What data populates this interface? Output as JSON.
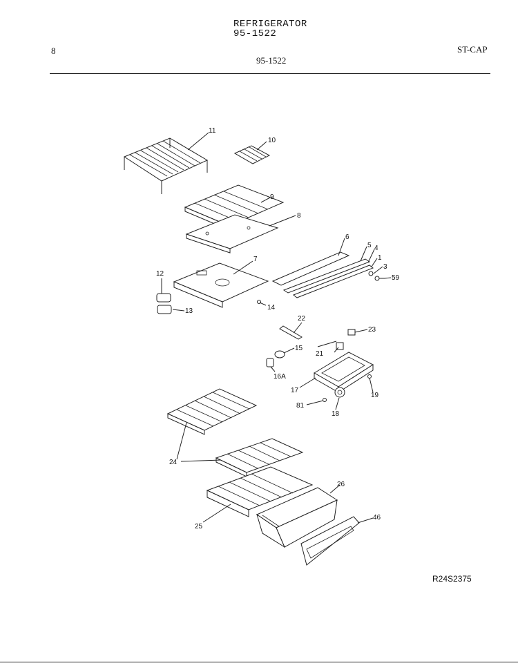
{
  "header": {
    "title": "REFRIGERATOR",
    "model_top": "95-1522",
    "page_number": "8",
    "section_code": "ST-CAP",
    "model_center": "95-1522"
  },
  "diagram": {
    "callouts": [
      "11",
      "10",
      "9",
      "8",
      "6",
      "5",
      "4",
      "1",
      "3",
      "59",
      "7",
      "12",
      "13",
      "14",
      "22",
      "23",
      "15",
      "21",
      "16A",
      "17",
      "19",
      "81",
      "18",
      "24",
      "26",
      "46",
      "25"
    ]
  },
  "footer": {
    "drawing_code": "R24S2375"
  }
}
